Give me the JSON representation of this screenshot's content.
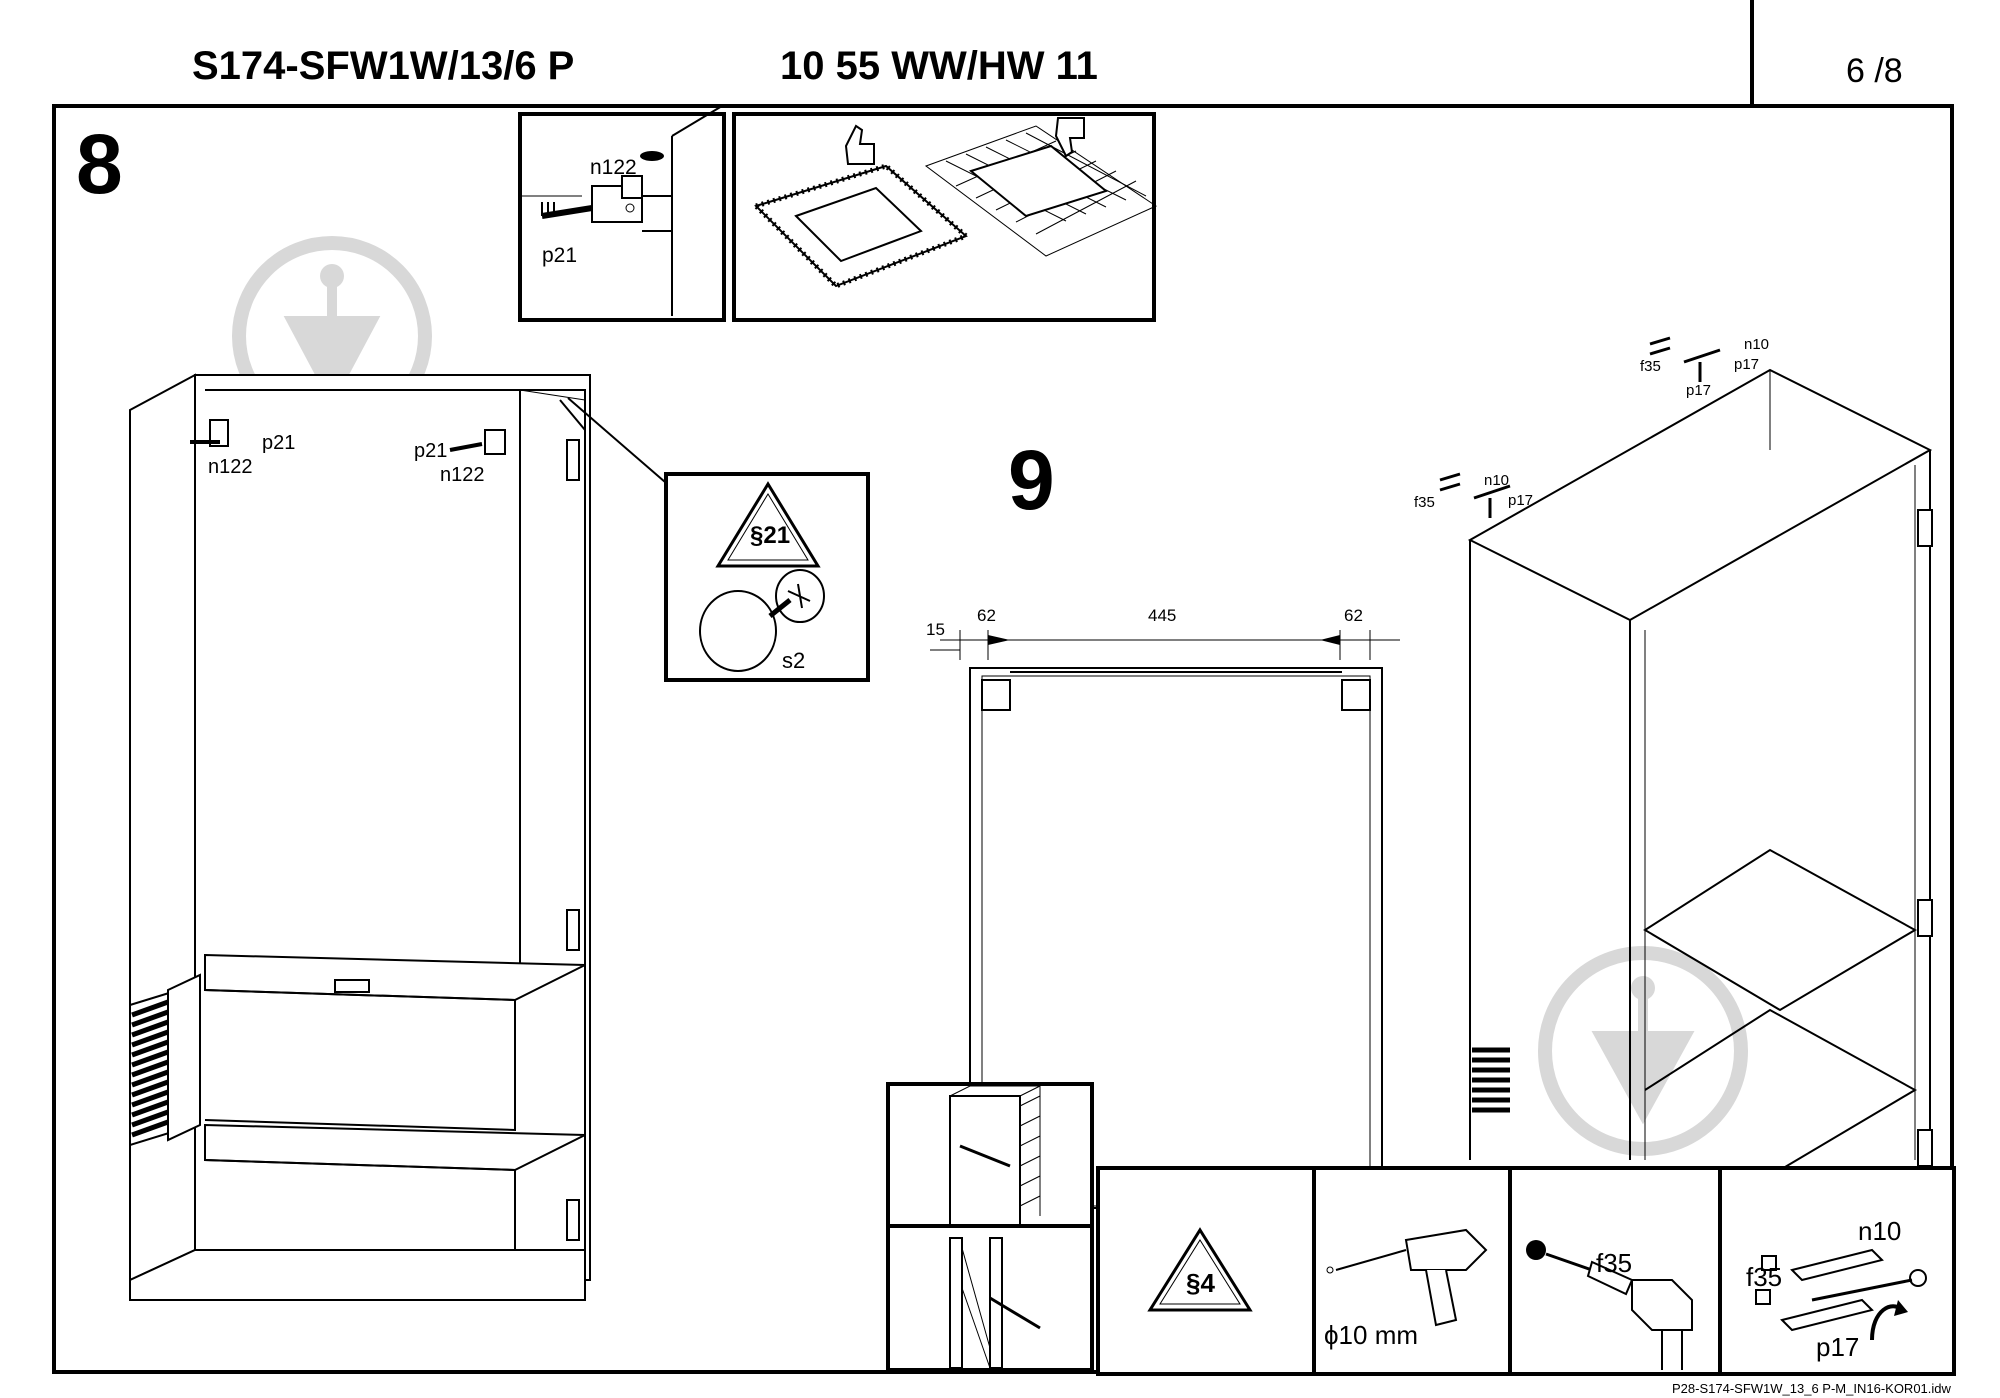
{
  "header": {
    "code_left": "S174-SFW1W/13/6 P",
    "code_right": "10 55 WW/HW 11",
    "page": "6 /8"
  },
  "steps": {
    "step8": "8",
    "step9": "9"
  },
  "labels": {
    "n122": "n122",
    "p21": "p21",
    "s2": "s2",
    "sec21": "§21",
    "sec4": "§4",
    "n10": "n10",
    "f35": "f35",
    "p17": "p17",
    "drill_size": "ϕ10 mm"
  },
  "dimensions": {
    "d15": "15",
    "d62_left": "62",
    "d445": "445",
    "d62_right": "62"
  },
  "footer": {
    "filename": "P28-S174-SFW1W_13_6 P-M_IN16-KOR01.idw"
  },
  "icons": [
    "thumbs-up-icon",
    "thumbs-down-icon",
    "warning-triangle-icon",
    "drill-icon",
    "screwdriver-icon"
  ]
}
